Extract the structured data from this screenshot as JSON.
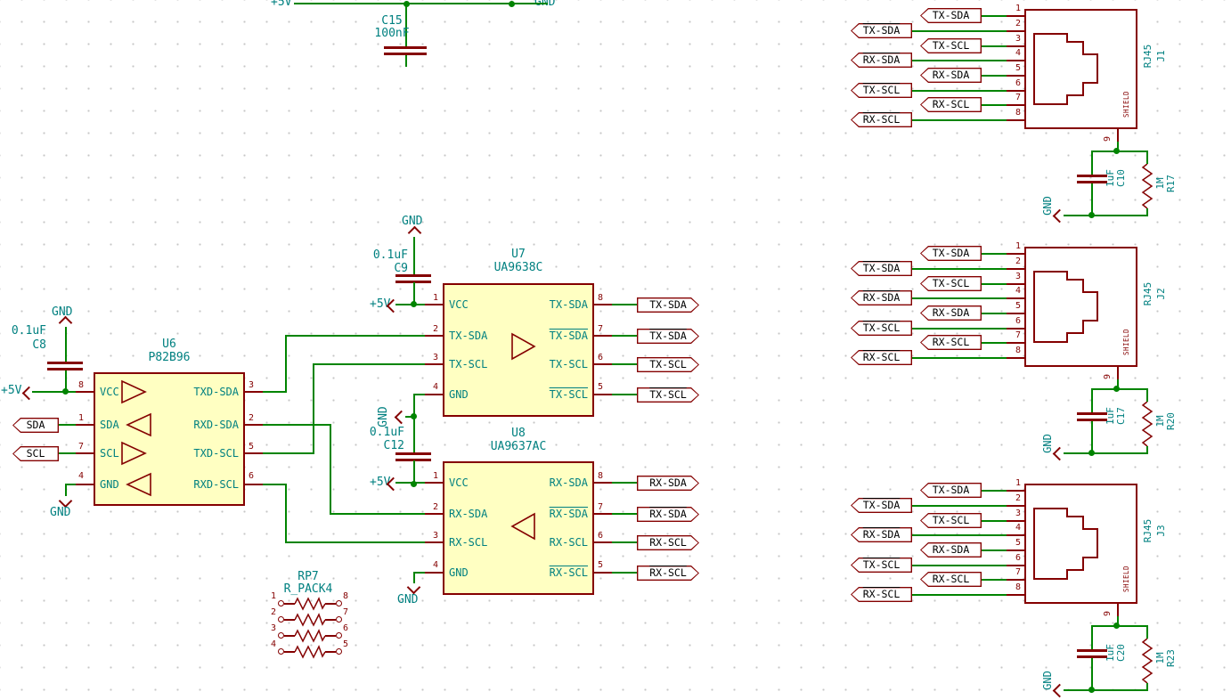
{
  "power": {
    "p5v": "+5V",
    "gnd": "GND"
  },
  "nets": {
    "sda": "SDA",
    "scl": "SCL"
  },
  "components": {
    "u6": {
      "ref": "U6",
      "value": "P82B96",
      "left": [
        {
          "n": "8",
          "name": "VCC"
        },
        {
          "n": "1",
          "name": "SDA"
        },
        {
          "n": "7",
          "name": "SCL"
        },
        {
          "n": "4",
          "name": "GND"
        }
      ],
      "right": [
        {
          "n": "3",
          "name": "TXD-SDA"
        },
        {
          "n": "2",
          "name": "RXD-SDA"
        },
        {
          "n": "5",
          "name": "TXD-SCL"
        },
        {
          "n": "6",
          "name": "RXD-SCL"
        }
      ]
    },
    "u7": {
      "ref": "U7",
      "value": "UA9638C",
      "left": [
        {
          "n": "1",
          "name": "VCC"
        },
        {
          "n": "2",
          "name": "TX-SDA"
        },
        {
          "n": "3",
          "name": "TX-SCL"
        },
        {
          "n": "4",
          "name": "GND"
        }
      ],
      "right": [
        {
          "n": "8",
          "name": "TX-SDA"
        },
        {
          "n": "7",
          "name": "TX-SDA"
        },
        {
          "n": "6",
          "name": "TX-SCL"
        },
        {
          "n": "5",
          "name": "TX-SCL"
        }
      ]
    },
    "u8": {
      "ref": "U8",
      "value": "UA9637AC",
      "left": [
        {
          "n": "1",
          "name": "VCC"
        },
        {
          "n": "2",
          "name": "RX-SDA"
        },
        {
          "n": "3",
          "name": "RX-SCL"
        },
        {
          "n": "4",
          "name": "GND"
        }
      ],
      "right": [
        {
          "n": "8",
          "name": "RX-SDA"
        },
        {
          "n": "7",
          "name": "RX-SDA"
        },
        {
          "n": "6",
          "name": "RX-SCL"
        },
        {
          "n": "5",
          "name": "RX-SCL"
        }
      ]
    },
    "rp7": {
      "ref": "RP7",
      "value": "R_PACK4",
      "left_pins": [
        "1",
        "2",
        "3",
        "4"
      ],
      "right_pins": [
        "8",
        "7",
        "6",
        "5"
      ]
    },
    "c15": {
      "ref": "C15",
      "value": "100nF"
    },
    "c8": {
      "ref": "C8",
      "value": "0.1uF"
    },
    "c9": {
      "ref": "C9",
      "value": "0.1uF"
    },
    "c12": {
      "ref": "C12",
      "value": "0.1uF"
    }
  },
  "tags": {
    "u7_out": [
      "TX-SDA",
      "TX-SDA",
      "TX-SCL",
      "TX-SCL"
    ],
    "u8_out": [
      "RX-SDA",
      "RX-SDA",
      "RX-SCL",
      "RX-SCL"
    ],
    "rj_inner": [
      "TX-SDA",
      "TX-SCL",
      "RX-SDA",
      "RX-SCL"
    ],
    "rj_outer": [
      "TX-SDA",
      "RX-SDA",
      "TX-SCL",
      "RX-SCL"
    ]
  },
  "connectors": [
    {
      "ref": "J1",
      "value": "RJ45",
      "shield": "SHIELD",
      "shield_pin": "9",
      "pins": [
        "1",
        "2",
        "3",
        "4",
        "5",
        "6",
        "7",
        "8"
      ],
      "cap_value": "1uF",
      "cap_ref": "C10",
      "res_value": "1M",
      "res_ref": "R17"
    },
    {
      "ref": "J2",
      "value": "RJ45",
      "shield": "SHIELD",
      "shield_pin": "9",
      "pins": [
        "1",
        "2",
        "3",
        "4",
        "5",
        "6",
        "7",
        "8"
      ],
      "cap_value": "1uF",
      "cap_ref": "C17",
      "res_value": "1M",
      "res_ref": "R20"
    },
    {
      "ref": "J3",
      "value": "RJ45",
      "shield": "SHIELD",
      "shield_pin": "9",
      "pins": [
        "1",
        "2",
        "3",
        "4",
        "5",
        "6",
        "7",
        "8"
      ],
      "cap_value": "1uF",
      "cap_ref": "C20",
      "res_value": "1M",
      "res_ref": "R23"
    }
  ],
  "colors": {
    "wire": "#008400",
    "symbol": "#840000",
    "ic_fill": "#FFFFC2",
    "label": "#008080",
    "tag_text": "#000000"
  }
}
